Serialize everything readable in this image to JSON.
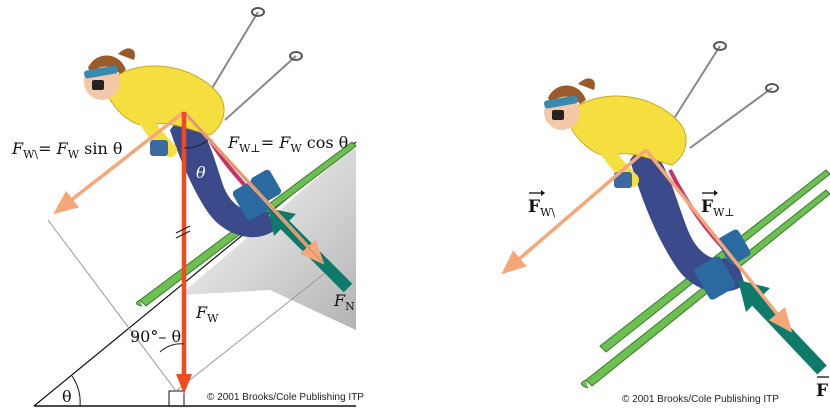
{
  "left_panel": {
    "label_fw_parallel_name": "F",
    "label_fw_parallel_sub": "W\\",
    "label_fw_parallel_eq": "= F",
    "label_fw_parallel_sub2": "W",
    "label_fw_parallel_tail": " sin θ",
    "label_fw_perp_name": "F",
    "label_fw_perp_sub": "W⊥",
    "label_fw_perp_eq": "= F",
    "label_fw_perp_sub2": "W",
    "label_fw_perp_tail": " cos θ",
    "label_theta_body": "θ",
    "label_fw_name": "F",
    "label_fw_sub": "W",
    "label_fn_name": "F",
    "label_fn_sub": "N",
    "label_angle_90": "90°– θ",
    "label_theta_incline": "θ",
    "credit": "© 2001 Brooks/Cole Publishing ITP"
  },
  "right_panel": {
    "label_fw_parallel_name": "F",
    "label_fw_parallel_sub": "W\\",
    "label_fw_perp_name": "F",
    "label_fw_perp_sub": "W⊥",
    "label_fn_partial": "F",
    "credit": "© 2001 Brooks/Cole Publishing ITP"
  },
  "colors": {
    "weight_arrow": "#f04a1e",
    "component_arrow": "#f5a77a",
    "normal_arrow": "#0f7a6a",
    "ski": "#6dbf52",
    "jacket": "#f4df3e",
    "pants": "#3a4a8a",
    "incline_shadow": "#b8b8b8",
    "skin": "#f2c8a8",
    "hair": "#9a5a2a"
  }
}
